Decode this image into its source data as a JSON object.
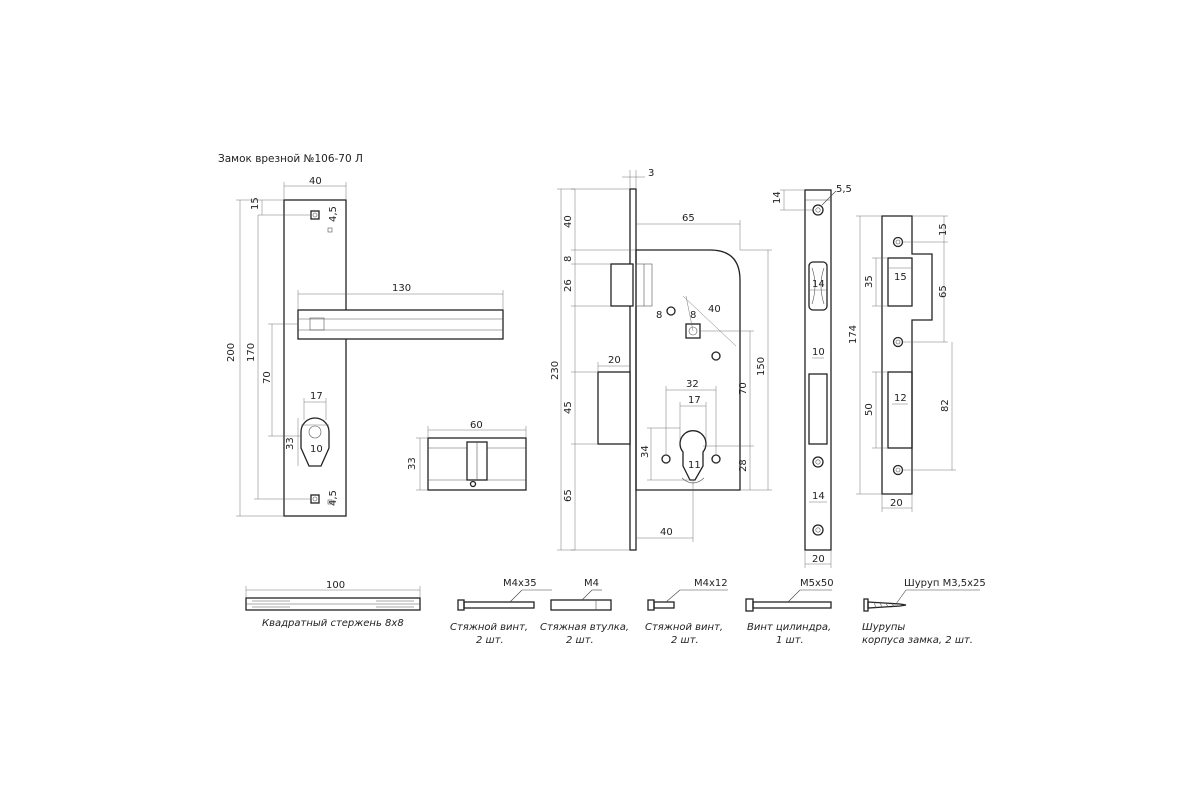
{
  "title": "Замок врезной №106-70 Л",
  "dims": {
    "plate_width": "40",
    "plate_screw_top": "15",
    "plate_screw_dia_top": "4,5",
    "plate_screw_dia_bottom": "4,5",
    "plate_height": "200",
    "plate_screw_span": "170",
    "plate_handle_to_cyl": "70",
    "handle_length": "130",
    "cyl_hole_width": "17",
    "cyl_hole_height": "33",
    "cyl_hole_dia": "10",
    "cylinder_length": "60",
    "cylinder_height": "33",
    "face_thick": "3",
    "body_depth": "65",
    "top_40": "40",
    "latch_8": "8",
    "latch_26": "26",
    "total_230": "230",
    "bolt_20": "20",
    "bolt_45": "45",
    "bottom_65": "65",
    "spindle_8a": "8",
    "spindle_8b": "8",
    "diag_40": "40",
    "cyl_span_32": "32",
    "cyl_17": "17",
    "cyl_34": "34",
    "cyl_11": "11",
    "span_70": "70",
    "span_150": "150",
    "d_28": "28",
    "backset_40": "40",
    "fp_14_top": "14",
    "fp_5_5": "5,5",
    "fp_14_mid": "14",
    "fp_10": "10",
    "fp_14_bot": "14",
    "fp_20": "20",
    "sp_15_top": "15",
    "sp_15_in": "15",
    "sp_35": "35",
    "sp_65": "65",
    "sp_174": "174",
    "sp_50": "50",
    "sp_12": "12",
    "sp_82": "82",
    "sp_20": "20",
    "rod_100": "100"
  },
  "parts": [
    {
      "spec": "100",
      "line1": "Квадратный стержень 8х8",
      "line2": ""
    },
    {
      "spec": "М4х35",
      "line1": "Стяжной винт,",
      "line2": "2 шт."
    },
    {
      "spec": "М4",
      "line1": "Стяжная втулка,",
      "line2": "2 шт."
    },
    {
      "spec": "М4х12",
      "line1": "Стяжной винт,",
      "line2": "2 шт."
    },
    {
      "spec": "М5х50",
      "line1": "Винт цилиндра,",
      "line2": "1 шт."
    },
    {
      "spec": "Шуруп М3,5х25",
      "line1": "Шурупы",
      "line2": "корпуса замка, 2 шт."
    }
  ]
}
